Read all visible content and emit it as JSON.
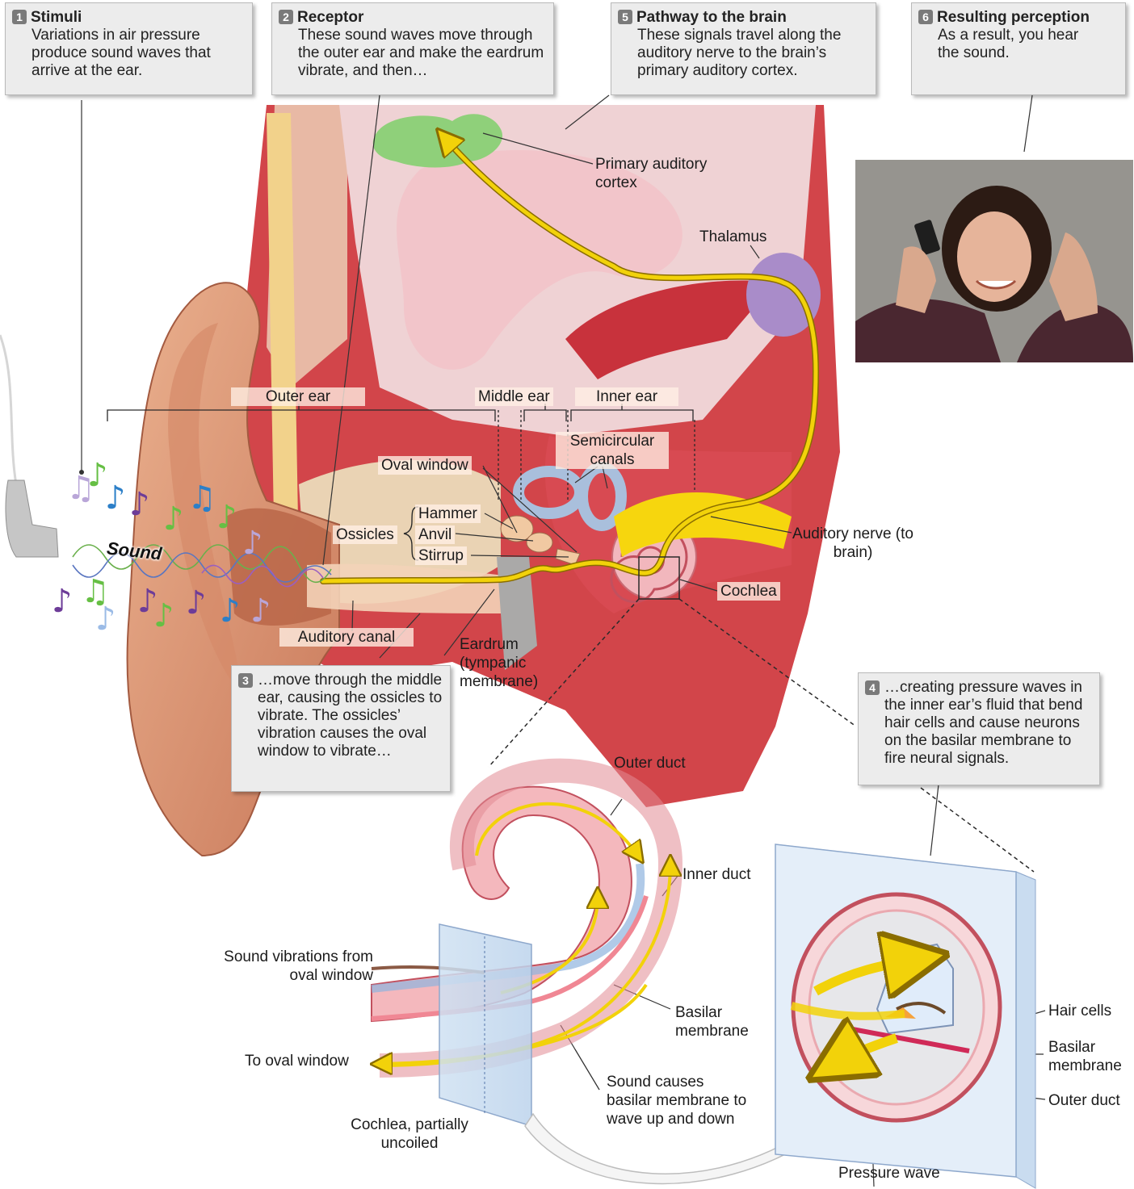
{
  "callouts": {
    "c1": {
      "num": "1",
      "title": "Stimuli",
      "body": "Variations in air pressure produce sound waves that arrive at the ear."
    },
    "c2": {
      "num": "2",
      "title": "Receptor",
      "body": "These sound waves move through the outer ear and make the eardrum vibrate, and then…"
    },
    "c5": {
      "num": "5",
      "title": "Pathway to the brain",
      "body": "These signals travel along the auditory nerve to the brain’s primary auditory cortex."
    },
    "c6": {
      "num": "6",
      "title": "Resulting perception",
      "body": "As a result, you hear the sound."
    },
    "c3": {
      "num": "3",
      "body": "…move through the middle ear, causing the ossicles to vibrate. The ossicles’ vibration causes the oval window to vibrate…"
    },
    "c4": {
      "num": "4",
      "body": "…creating pressure waves in the inner ear’s fluid that bend hair cells and cause neurons on the basilar membrane to fire neural signals."
    }
  },
  "labels": {
    "primary_auditory_cortex": "Primary auditory cortex",
    "thalamus": "Thalamus",
    "outer_ear": "Outer ear",
    "middle_ear": "Middle ear",
    "inner_ear": "Inner ear",
    "semicircular_canals": "Semicircular canals",
    "oval_window": "Oval window",
    "hammer": "Hammer",
    "ossicles": "Ossicles",
    "anvil": "Anvil",
    "stirrup": "Stirrup",
    "auditory_nerve": "Auditory nerve (to brain)",
    "cochlea": "Cochlea",
    "auditory_canal": "Auditory canal",
    "eardrum": "Eardrum (tympanic membrane)",
    "sound": "Sound",
    "outer_duct": "Outer duct",
    "inner_duct": "Inner duct",
    "sound_vibrations": "Sound vibrations from oval window",
    "basilar_membrane": "Basilar membrane",
    "to_oval_window": "To oval window",
    "sound_causes": "Sound causes basilar membrane to wave up and down",
    "cochlea_uncoiled": "Cochlea, partially uncoiled",
    "hair_cells": "Hair cells",
    "basilar_membrane_2": "Basilar membrane",
    "outer_duct_2": "Outer duct",
    "pressure_wave": "Pressure wave"
  },
  "colors": {
    "pathway": "#f2d20a",
    "cortex": "#8fd07a",
    "thalamus": "#a98cc9",
    "ear_skin": "#e3a27b",
    "flesh_red": "#c8323c",
    "brain_pink": "#efc9cc",
    "bone": "#f3dca7",
    "callout_bg": "#ececec"
  }
}
